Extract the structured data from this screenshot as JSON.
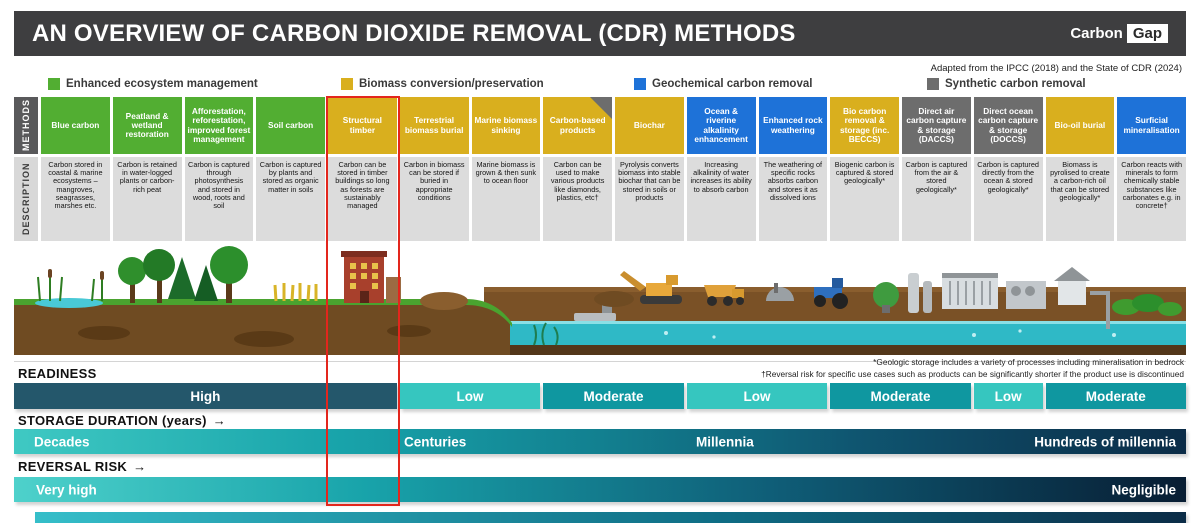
{
  "header": {
    "title": "AN OVERVIEW OF CARBON DIOXIDE REMOVAL (CDR) METHODS",
    "logo_carbon": "Carbon",
    "logo_gap": "Gap",
    "attribution": "Adapted from the IPCC (2018) and the State of CDR (2024)"
  },
  "palette": {
    "ecosystem": "#52ae32",
    "biomass": "#d9af1e",
    "geochemical": "#1e72d8",
    "synthetic": "#6d6d6d",
    "readiness_high": "#24576b",
    "readiness_moderate": "#0f97a0",
    "readiness_low": "#36c6bf",
    "highlight_red": "#e3261d"
  },
  "legend": {
    "items": [
      {
        "label": "Enhanced ecosystem management",
        "color": "#52ae32"
      },
      {
        "label": "Biomass conversion/preservation",
        "color": "#d9af1e"
      },
      {
        "label": "Geochemical carbon removal",
        "color": "#1e72d8"
      },
      {
        "label": "Synthetic carbon removal",
        "color": "#6d6d6d"
      }
    ]
  },
  "row_labels": {
    "methods": "METHODS",
    "description": "DESCRIPTION"
  },
  "methods": [
    {
      "name": "Blue carbon",
      "category": "ecosystem",
      "description": "Carbon stored in coastal & marine ecosystems – mangroves, seagrasses, marshes etc."
    },
    {
      "name": "Peatland & wetland restoration",
      "category": "ecosystem",
      "description": "Carbon is retained in water-logged plants or carbon-rich peat"
    },
    {
      "name": "Afforestation, reforestation, improved forest management",
      "category": "ecosystem",
      "description": "Carbon is captured through photosynthesis and stored in wood, roots and soil"
    },
    {
      "name": "Soil carbon",
      "category": "ecosystem",
      "description": "Carbon is captured by plants and stored as organic matter in soils"
    },
    {
      "name": "Structural timber",
      "category": "biomass",
      "description": "Carbon can be stored in timber buildings so long as forests are sustainably managed"
    },
    {
      "name": "Terrestrial biomass burial",
      "category": "biomass",
      "description": "Carbon in biomass can be stored if buried in appropriate conditions"
    },
    {
      "name": "Marine biomass sinking",
      "category": "biomass",
      "description": "Marine biomass is grown & then sunk to ocean floor"
    },
    {
      "name": "Carbon-based products",
      "category": "biomass/synthetic",
      "description": "Carbon can be used to make various products like diamonds, plastics, etc†"
    },
    {
      "name": "Biochar",
      "category": "biomass",
      "description": "Pyrolysis converts biomass into stable biochar that can be stored in soils or products"
    },
    {
      "name": "Ocean & riverine alkalinity enhancement",
      "category": "geochemical",
      "description": "Increasing alkalinity of water increases its ability to absorb carbon"
    },
    {
      "name": "Enhanced rock weathering",
      "category": "geochemical",
      "description": "The weathering of specific rocks absorbs carbon and stores it as dissolved ions"
    },
    {
      "name": "Bio carbon removal & storage (inc. BECCS)",
      "category": "biomass",
      "description": "Biogenic carbon is captured & stored geologically*"
    },
    {
      "name": "Direct air carbon capture & storage (DACCS)",
      "category": "synthetic",
      "description": "Carbon is captured from the air & stored geologically*"
    },
    {
      "name": "Direct ocean carbon capture & storage (DOCCS)",
      "category": "synthetic",
      "description": "Carbon is captured directly from the ocean & stored geologically*"
    },
    {
      "name": "Bio-oil burial",
      "category": "biomass",
      "description": "Biomass is pyrolised to create a carbon-rich oil that can be stored geologically*"
    },
    {
      "name": "Surficial mineralisation",
      "category": "geochemical",
      "description": "Carbon reacts with minerals to form chemically stable substances like carbonates e.g. in concrete†"
    }
  ],
  "footnotes": {
    "geologic": "*Geologic storage includes a variety of processes including mineralisation in bedrock",
    "reversal": "†Reversal risk for specific use cases such as products can be significantly shorter if the product use is discontinued"
  },
  "readiness": {
    "label": "READINESS",
    "segments": [
      {
        "label": "High"
      },
      {
        "label": "Low"
      },
      {
        "label": "Moderate"
      },
      {
        "label": "Low"
      },
      {
        "label": "Moderate"
      },
      {
        "label": "Low"
      },
      {
        "label": "Moderate"
      }
    ]
  },
  "storage_duration": {
    "label": "STORAGE DURATION (years)",
    "arrow": "→",
    "ticks": [
      "Decades",
      "Centuries",
      "Millennia",
      "Hundreds of millennia"
    ]
  },
  "reversal_risk": {
    "label": "REVERSAL RISK",
    "arrow": "→",
    "left": "Very high",
    "right": "Negligible"
  }
}
